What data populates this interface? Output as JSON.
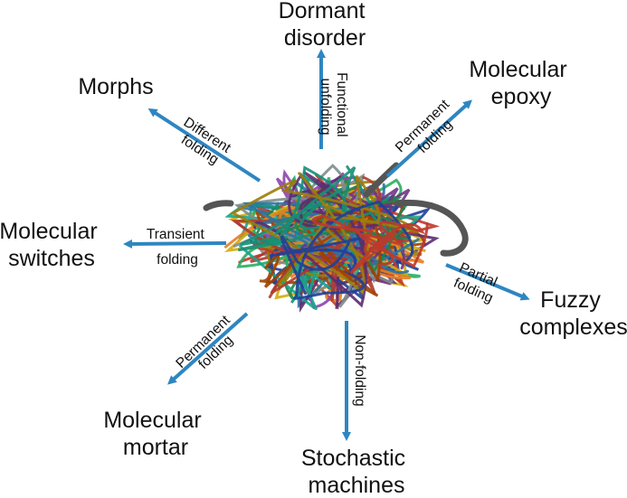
{
  "colors": {
    "arrow": "#2e86c1",
    "text": "#111111",
    "background": "#ffffff",
    "tangle": [
      "#1f3f99",
      "#c0392b",
      "#27ae60",
      "#8e44ad",
      "#d4ac0d",
      "#17a589",
      "#e67e22",
      "#6c3483",
      "#7f8c8d",
      "#b03a2e",
      "#2874a6",
      "#1e8449",
      "#a04000",
      "#5b2c6f",
      "#148f77",
      "#9a7d0a"
    ],
    "tail": "#555555"
  },
  "center": {
    "icon": "protein-ensemble-icon"
  },
  "outcomes": [
    {
      "id": "dormant-disorder",
      "title_lines": [
        "Dormant",
        "disorder"
      ],
      "process_lines": [
        "Functional",
        "unfolding"
      ]
    },
    {
      "id": "molecular-epoxy",
      "title_lines": [
        "Molecular",
        "epoxy"
      ],
      "process_lines": [
        "Permanent",
        "folding"
      ]
    },
    {
      "id": "fuzzy-complexes",
      "title_lines": [
        "Fuzzy",
        "complexes"
      ],
      "process_lines": [
        "Partial",
        "folding"
      ]
    },
    {
      "id": "stochastic-machines",
      "title_lines": [
        "Stochastic",
        "machines"
      ],
      "process_lines": [
        "Non-folding"
      ]
    },
    {
      "id": "molecular-mortar",
      "title_lines": [
        "Molecular",
        "mortar"
      ],
      "process_lines": [
        "Permanent",
        "folding"
      ]
    },
    {
      "id": "molecular-switches",
      "title_lines": [
        "Molecular",
        "switches"
      ],
      "process_lines": [
        "Transient",
        "folding"
      ]
    },
    {
      "id": "morphs",
      "title_lines": [
        "Morphs"
      ],
      "process_lines": [
        "Different",
        "folding"
      ]
    }
  ]
}
